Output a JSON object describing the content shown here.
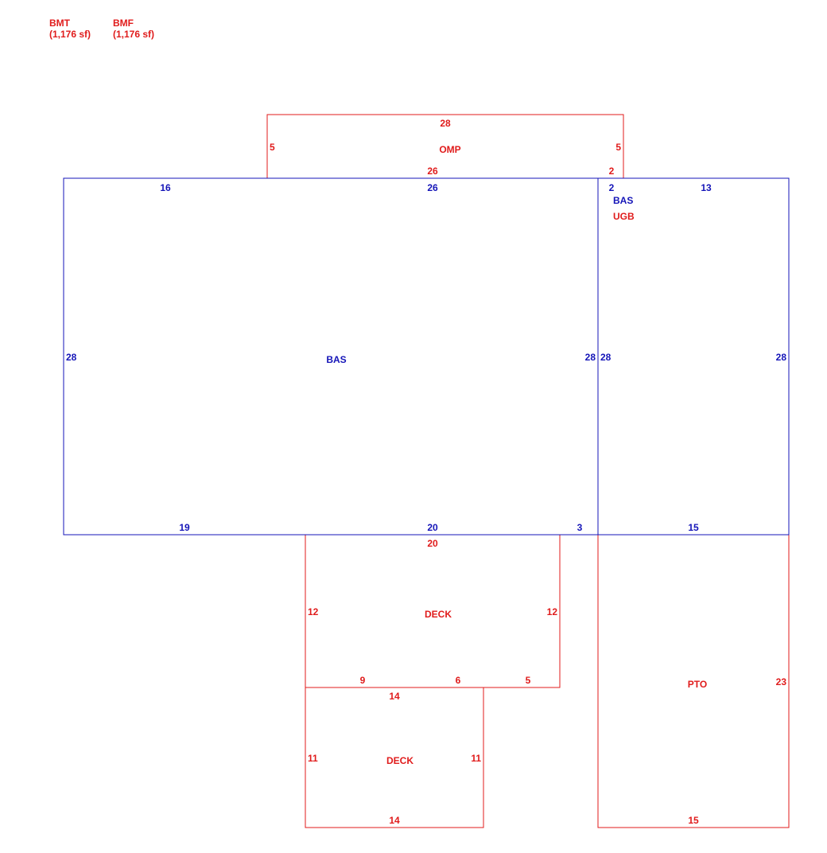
{
  "colors": {
    "red": "#e01b1b",
    "blue": "#1414b8"
  },
  "legend": [
    {
      "code": "BMT",
      "area": "(1,176 sf)"
    },
    {
      "code": "BMF",
      "area": "(1,176 sf)"
    }
  ],
  "areas": {
    "omp": {
      "name": "OMP",
      "top": "28",
      "left": "5",
      "right": "5",
      "bottom": "26",
      "bottom_right": "2"
    },
    "bas_main": {
      "name": "BAS",
      "top_left": "16",
      "top_mid": "26",
      "left": "28",
      "right": "28",
      "bottom_left": "19",
      "bottom_mid": "20",
      "bottom_right": "3"
    },
    "bas_side": {
      "name": "BAS",
      "sub_name": "UGB",
      "top_left": "2",
      "top": "13",
      "left": "28",
      "right": "28",
      "bottom": "15"
    },
    "deck_upper": {
      "name": "DECK",
      "top": "20",
      "left": "12",
      "right": "12",
      "bottom_left": "9",
      "bottom_mid": "6",
      "bottom_right": "5"
    },
    "deck_lower": {
      "name": "DECK",
      "top": "14",
      "left": "11",
      "right": "11",
      "bottom": "14"
    },
    "pto": {
      "name": "PTO",
      "right": "23",
      "bottom": "15"
    }
  }
}
